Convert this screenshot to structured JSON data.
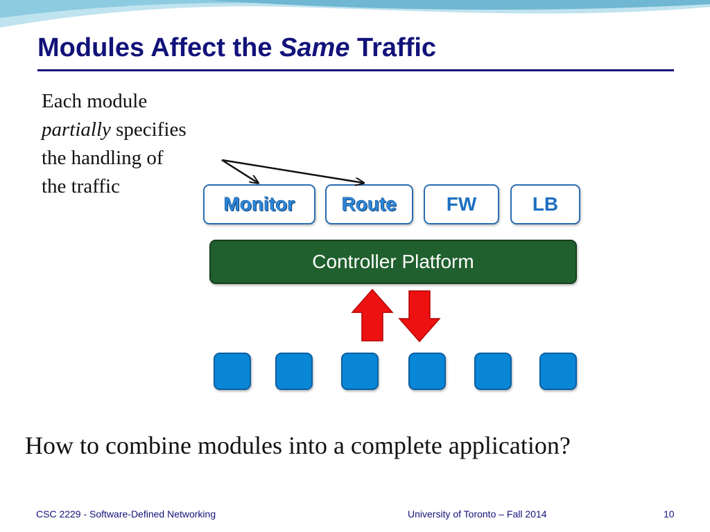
{
  "slide": {
    "title_part1": "Modules Affect the ",
    "title_emphasis": "Same",
    "title_part2": " Traffic",
    "description": {
      "line1": "Each module",
      "line2_emphasis": "partially",
      "line2_rest": " specifies",
      "line3": "the handling of",
      "line4": "the traffic"
    },
    "modules": [
      "Monitor",
      "Route",
      "FW",
      "LB"
    ],
    "controller": "Controller Platform",
    "question": "How to combine modules into a complete application?",
    "footer": {
      "course": "CSC 2229 - Software-Defined Networking",
      "university": "University of Toronto – Fall 2014",
      "page": "10"
    }
  },
  "colors": {
    "title": "#12127a",
    "module_border": "#2a6db0",
    "module_text": "#1b6fc0",
    "controller": "#20602e",
    "switch": "#0a86d6",
    "arrow": "#ee1111"
  }
}
